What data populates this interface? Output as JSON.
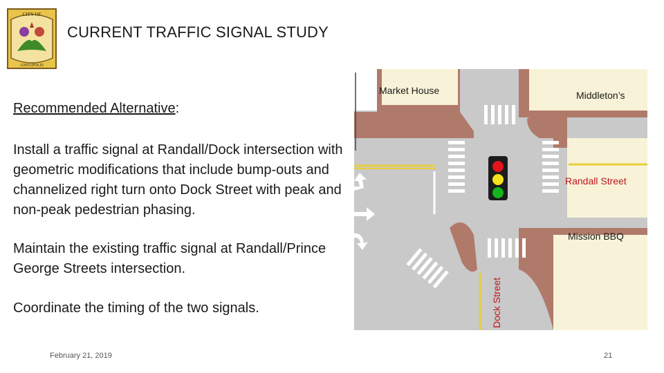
{
  "header": {
    "logo_text_top": "CITY OF",
    "logo_text_bottom": "ANNAPOLIS",
    "title": "CURRENT TRAFFIC SIGNAL STUDY"
  },
  "content": {
    "subhead_label": "Recommended Alternative",
    "subhead_colon": ":",
    "paragraph_1": "Install a traffic signal at Randall/Dock intersection with geometric modifications that include bump-outs and channelized right turn onto Dock Street with peak and non-peak pedestrian phasing.",
    "paragraph_2": "Maintain the existing traffic signal at Randall/Prince George Streets intersection.",
    "paragraph_3": "Coordinate the timing of the two signals."
  },
  "map": {
    "labels": {
      "market_house": "Market House",
      "middletons": "Middleton’s",
      "randall_street": "Randall Street",
      "mission_bbq": "Mission BBQ",
      "dock_street": "Dock Street"
    },
    "signal_lights": [
      "#e5141b",
      "#f5e21a",
      "#13b51c"
    ],
    "colors": {
      "road": "#c9c9c9",
      "sidewalk": "#b07a6a",
      "building": "#f8f3d8",
      "lane_yellow": "#e8cf3a",
      "label_red": "#c0141c"
    }
  },
  "footer": {
    "date": "February 21, 2019",
    "page_number": "21"
  }
}
